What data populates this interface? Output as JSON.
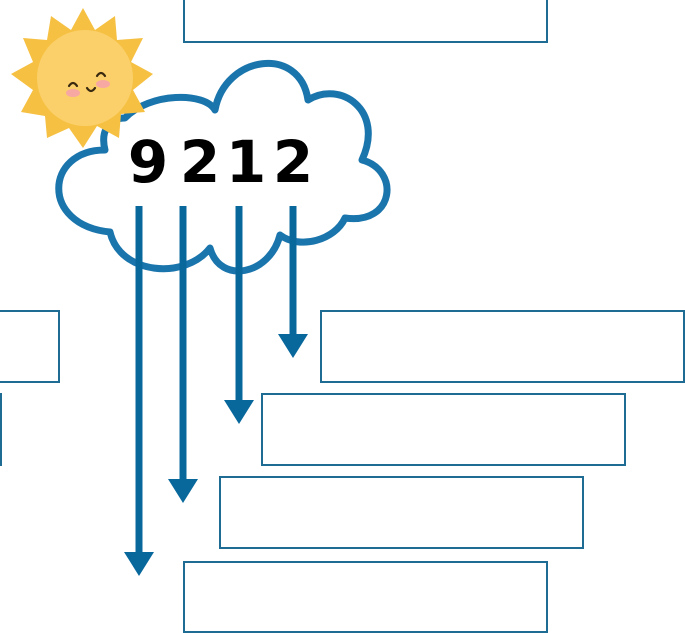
{
  "number": {
    "digits": [
      "9",
      "2",
      "1",
      "2"
    ]
  },
  "answer_boxes": {
    "thousands": "",
    "hundreds": "",
    "tens": "",
    "ones": ""
  },
  "colors": {
    "cloud_stroke": "#1b75ad",
    "arrow": "#08689c",
    "box_border": "#1e6b94",
    "sun_rays": "#f6c042",
    "sun_face": "#fbd06a",
    "sun_cheeks": "#f7a8a3"
  },
  "icons": [
    "sun-icon",
    "cloud-icon",
    "arrow-down-icon"
  ]
}
